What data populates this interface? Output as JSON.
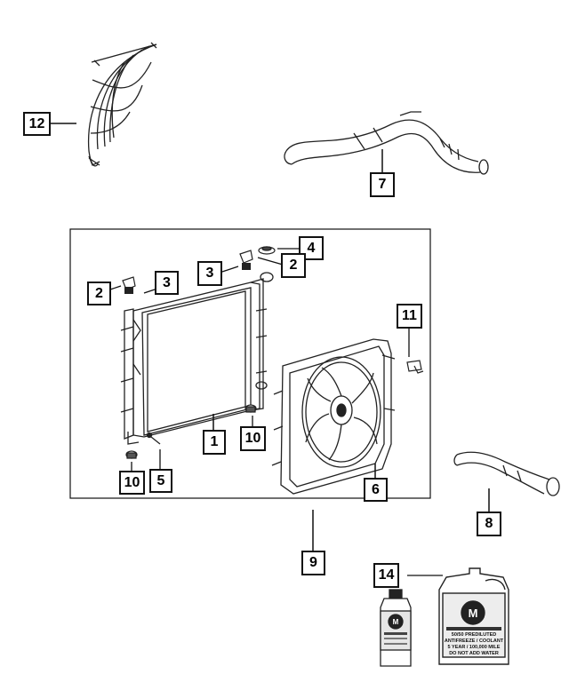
{
  "callouts": {
    "c1": "1",
    "c2a": "2",
    "c2b": "2",
    "c3a": "3",
    "c3b": "3",
    "c4": "4",
    "c5": "5",
    "c6": "6",
    "c7": "7",
    "c8": "8",
    "c9": "9",
    "c10a": "10",
    "c10b": "10",
    "c11": "11",
    "c12": "12",
    "c14": "14"
  },
  "bottles": {
    "jug_line1": "50/50 PREDILUTED",
    "jug_line2": "ANTIFREEZE / COOLANT",
    "jug_line3": "5 YEAR / 100,000 MILE",
    "jug_line4": "DO NOT ADD WATER"
  },
  "icons": [
    "radiator",
    "fan-shroud",
    "air-deflector",
    "upper-hose",
    "lower-hose",
    "coolant-jug",
    "coolant-bottle"
  ]
}
